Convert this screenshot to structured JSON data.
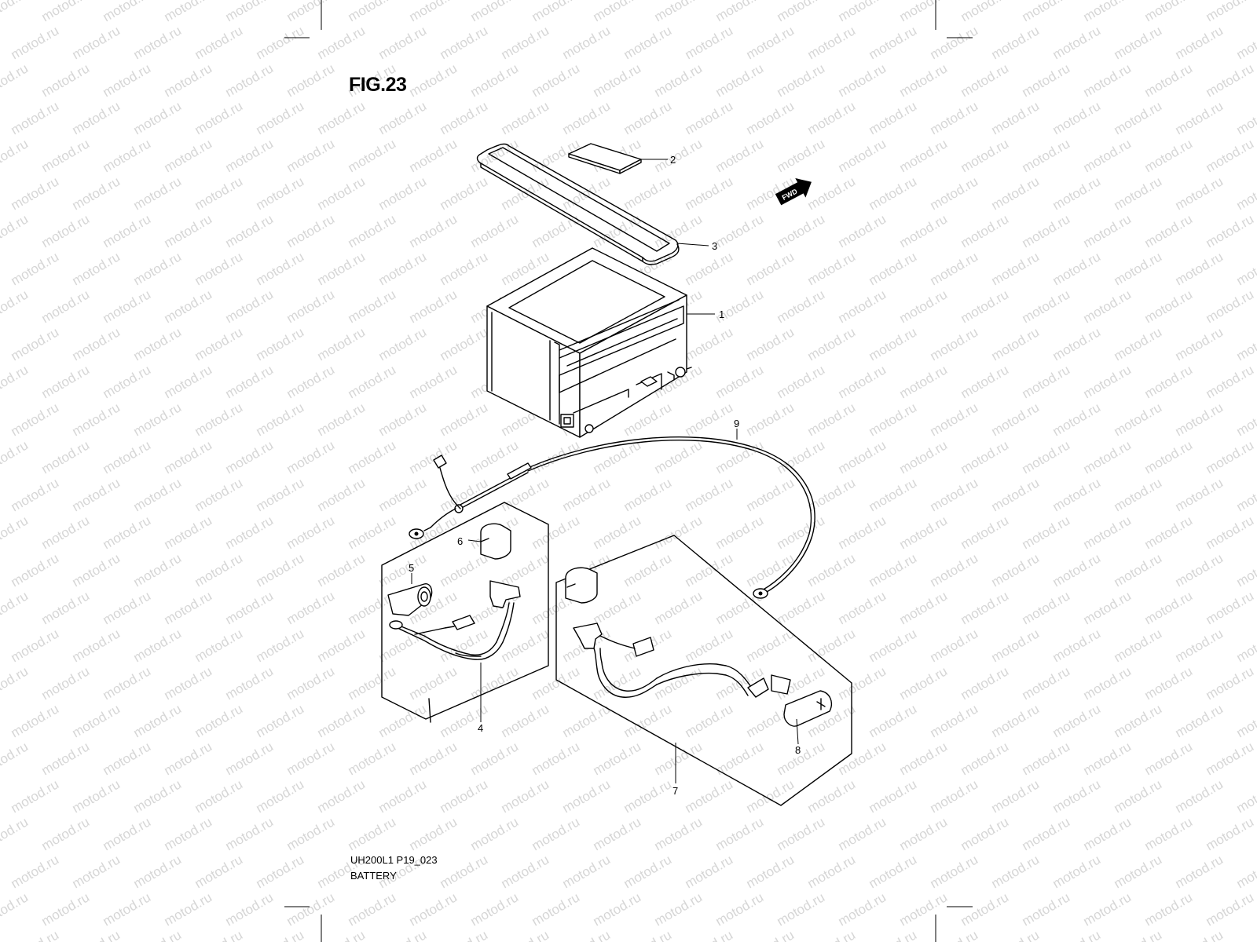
{
  "figure": {
    "title": "FIG.23",
    "model_code": "UH200L1 P19_023",
    "section_name": "BATTERY",
    "watermark_text": "motod.ru",
    "fwd_badge": "FWD"
  },
  "callouts": [
    "1",
    "2",
    "3",
    "4",
    "5",
    "6",
    "7",
    "8",
    "9"
  ],
  "colors": {
    "line": "#000000",
    "watermark": "#d6d6d6",
    "background": "#ffffff"
  }
}
